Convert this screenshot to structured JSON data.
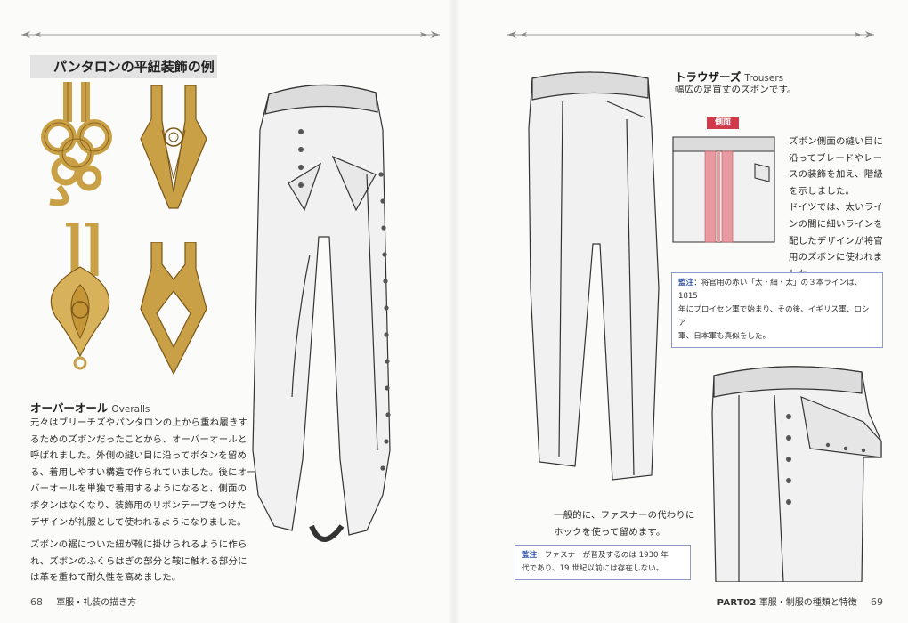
{
  "left_page": {
    "section_heading": "パンタロンの平紐装飾の例",
    "overalls": {
      "title": "オーバーオール",
      "title_en": "Overalls",
      "lines": [
        "元々はブリーチズやパンタロンの上から重ね履きす",
        "るためのズボンだったことから、オーバーオールと",
        "呼ばれました。外側の縫い目に沿ってボタンを留め",
        "る、着用しやすい構造で作られていました。後にオー",
        "バーオールを単独で着用するようになると、側面の",
        "ボタンはなくなり、装飾用のリボンテープをつけた",
        "デザインが礼服として使われるようになりました。",
        "",
        "ズボンの裾についた紐が靴に掛けられるように作ら",
        "れ、ズボンのふくらはぎの部分と鞍に触れる部分に",
        "は革を重ねて耐久性を高めました。"
      ]
    },
    "footer": {
      "page_number": "68",
      "running_title": "軍服・礼装の描き方"
    }
  },
  "right_page": {
    "trousers": {
      "title": "トラウザーズ",
      "title_en": "Trousers",
      "subtitle": "幅広の足首丈のズボンです。"
    },
    "side_label": "側面",
    "side_text_lines": [
      "ズボン側面の縫い目に",
      "沿ってブレードやレー",
      "スの装飾を加え、階級",
      "を示しました。",
      "ドイツでは、太いライ",
      "ンの間に細いラインを",
      "配したデザインが将官",
      "用のズボンに使われま",
      "した。"
    ],
    "note1": {
      "label": "監注",
      "lines": [
        "：将官用の赤い「太・細・太」の３本ラインは、1815",
        "年にプロイセン軍で始まり、その後、イギリス軍、ロシア",
        "軍、日本軍も真似をした。"
      ]
    },
    "hook_text_lines": [
      "一般的に、ファスナーの代わりに",
      "ホックを使って留めます。"
    ],
    "note2": {
      "label": "監注",
      "lines": [
        "：ファスナーが普及するのは 1930 年",
        "代であり、19 世紀以前には存在しない。"
      ]
    },
    "footer": {
      "part": "PART02",
      "running_title": "軍服・制服の種類と特徴",
      "page_number": "69"
    }
  },
  "colors": {
    "braid_gold": "#c9a046",
    "stripe_red": "#e99aa0",
    "label_red": "#cf3b4a",
    "note_blue": "#2f52a8"
  },
  "icons": [
    "ornament-divider-icon"
  ]
}
